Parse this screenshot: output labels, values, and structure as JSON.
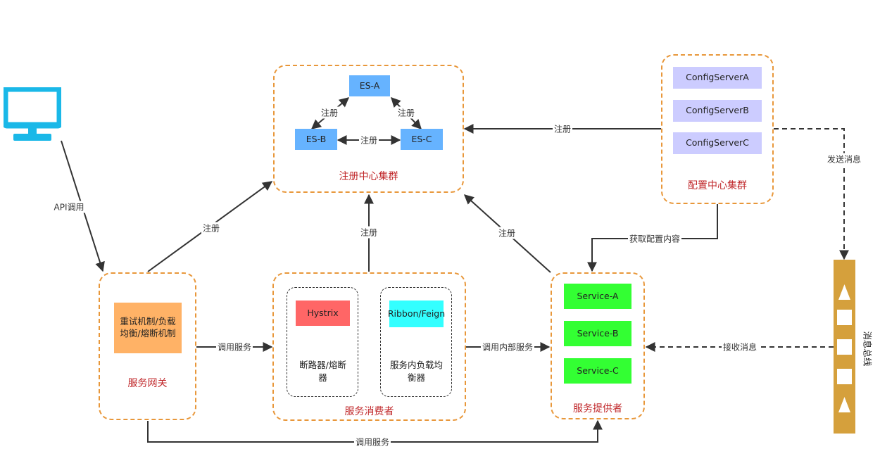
{
  "registry": {
    "title": "注册中心集群",
    "nodes": [
      "ES-A",
      "ES-B",
      "ES-C"
    ],
    "edge_labels": [
      "注册",
      "注册",
      "注册"
    ]
  },
  "config": {
    "title": "配置中心集群",
    "servers": [
      "ConfigServerA",
      "ConfigServerB",
      "ConfigServerC"
    ]
  },
  "gateway": {
    "title": "服务网关",
    "box": "重试机制/负载均衡/熔断机制"
  },
  "consumer": {
    "title": "服务消费者",
    "hystrix": "Hystrix",
    "hystrix_desc": "断路器/熔断器",
    "ribbon": "Ribbon/Feign",
    "ribbon_desc": "服务内负载均衡器"
  },
  "provider": {
    "title": "服务提供者",
    "services": [
      "Service-A",
      "Service-B",
      "Service-C"
    ]
  },
  "bus": {
    "label": "消息总线"
  },
  "edges": {
    "api_call": "API调用",
    "gw_register": "注册",
    "consumer_register": "注册",
    "provider_register": "注册",
    "config_register": "注册",
    "get_config": "获取配置内容",
    "send_msg": "发送消息",
    "receive_msg": "接收消息",
    "call_service_1": "调用服务",
    "call_internal": "调用内部服务",
    "call_service_bottom": "调用服务"
  }
}
